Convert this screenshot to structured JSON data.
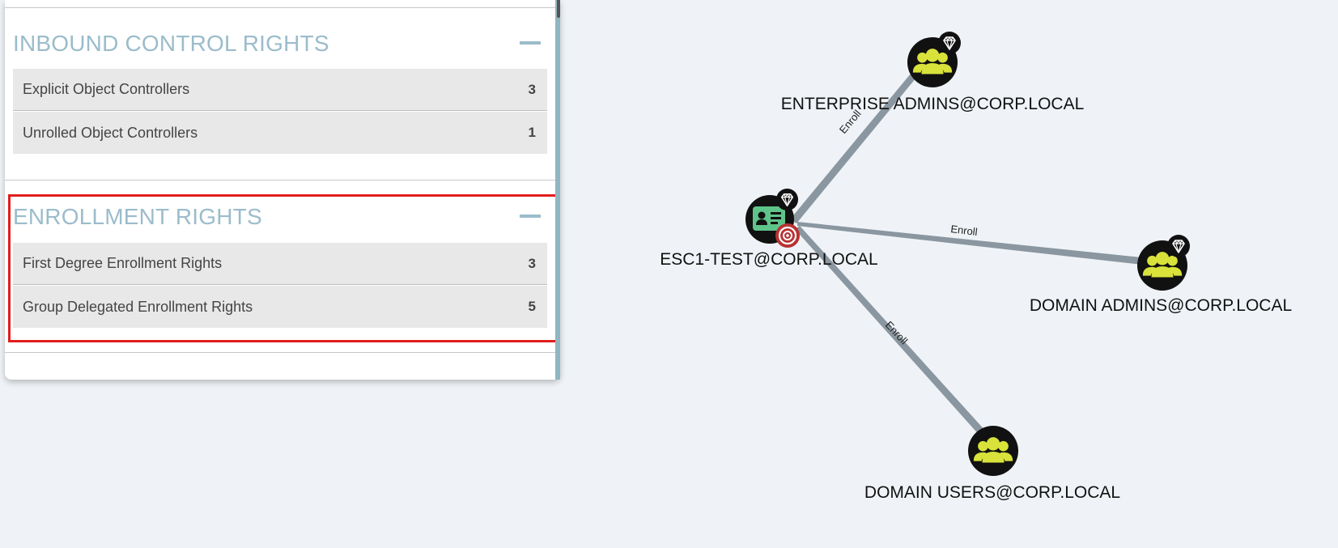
{
  "panel": {
    "inbound": {
      "title": "INBOUND CONTROL RIGHTS",
      "rows": [
        {
          "label": "Explicit Object Controllers",
          "count": "3"
        },
        {
          "label": "Unrolled Object Controllers",
          "count": "1"
        }
      ]
    },
    "enrollment": {
      "title": "ENROLLMENT RIGHTS",
      "rows": [
        {
          "label": "First Degree Enrollment Rights",
          "count": "3"
        },
        {
          "label": "Group Delegated Enrollment Rights",
          "count": "5"
        }
      ]
    }
  },
  "graph": {
    "nodes": {
      "center": {
        "label": "ESC1-TEST@CORP.LOCAL",
        "icon": "certificate-template-icon"
      },
      "enterprise_admins": {
        "label": "ENTERPRISE ADMINS@CORP.LOCAL",
        "icon": "group-icon"
      },
      "domain_admins": {
        "label": "DOMAIN ADMINS@CORP.LOCAL",
        "icon": "group-icon"
      },
      "domain_users": {
        "label": "DOMAIN USERS@CORP.LOCAL",
        "icon": "group-icon"
      }
    },
    "edges": {
      "to_enterprise_admins": "Enroll",
      "to_domain_admins": "Enroll",
      "to_domain_users": "Enroll"
    }
  },
  "colors": {
    "section_title": "#9bbccb",
    "highlight_border": "#e01e1e",
    "group_icon": "#d8e23a",
    "certificate_icon": "#5fc48a",
    "target_badge": "#b83232",
    "edge": "#8a96a0"
  }
}
